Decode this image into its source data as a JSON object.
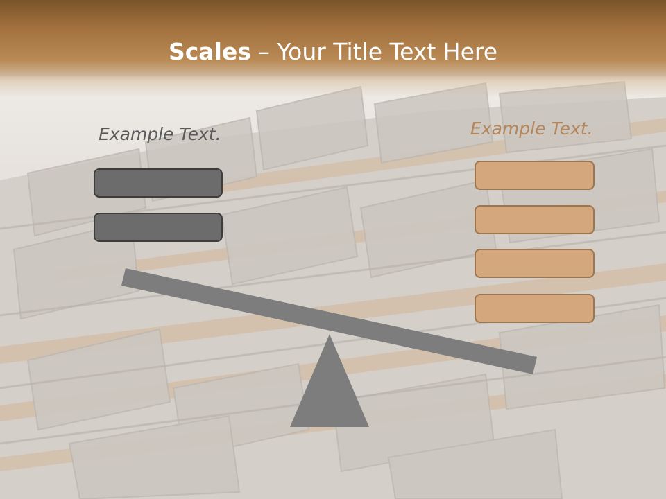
{
  "slide": {
    "title_bold": "Scales",
    "title_rest": " – Your Title Text Here"
  },
  "left_group": {
    "caption": "Example Text.",
    "box_count": 2,
    "box_color": "#6c6c6c"
  },
  "right_group": {
    "caption": "Example Text.",
    "box_count": 4,
    "box_color": "#d4a87c",
    "caption_color": "#b4865a"
  },
  "colors": {
    "header": "#a3723f",
    "scale": "#7d7d7d",
    "background": "#cfcac4"
  }
}
